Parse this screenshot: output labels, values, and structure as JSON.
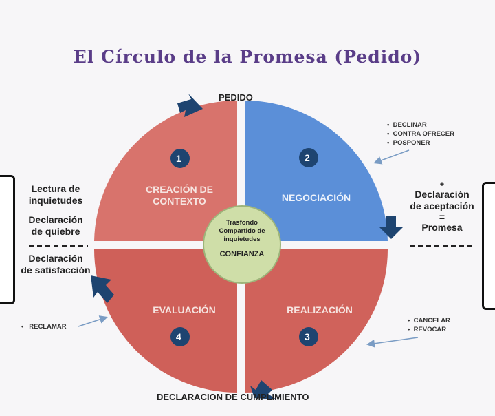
{
  "title": "El Círculo de la Promesa (Pedido)",
  "top_label": "PEDIDO",
  "bottom_label": "DECLARACION DE CUMPLIMIENTO",
  "center": {
    "line1": "Trasfondo",
    "line2": "Compartido de",
    "line3": "inquietudes",
    "trust": "CONFIANZA"
  },
  "quadrants": [
    {
      "number": "1",
      "name": "CREACIÓN DE",
      "name2": "CONTEXTO"
    },
    {
      "number": "2",
      "name": "NEGOCIACIÓN"
    },
    {
      "number": "3",
      "name": "REALIZACIÓN"
    },
    {
      "number": "4",
      "name": "EVALUACIÓN"
    }
  ],
  "left_notes": {
    "lectura1": "Lectura de",
    "lectura2": "inquietudes",
    "quiebre1": "Declaración",
    "quiebre2": "de quiebre",
    "satis1": "Declaración",
    "satis2": "de satisfacción"
  },
  "right_notes": {
    "plus": "+",
    "acept1": "Declaración",
    "acept2": "de aceptación",
    "eq": "=",
    "promesa": "Promesa"
  },
  "negotiation_options": [
    "DECLINAR",
    "CONTRA OFRECER",
    "POSPONER"
  ],
  "realization_options": [
    "CANCELAR",
    "REVOCAR"
  ],
  "evaluation_options": [
    "RECLAMAR"
  ],
  "colors": {
    "q1": "#d8736c",
    "q2": "#5b8fd8",
    "q3": "#d0625b",
    "q4": "#cf6059",
    "navy": "#1e4470",
    "center": "#cfdea8",
    "title": "#5a3d88"
  }
}
